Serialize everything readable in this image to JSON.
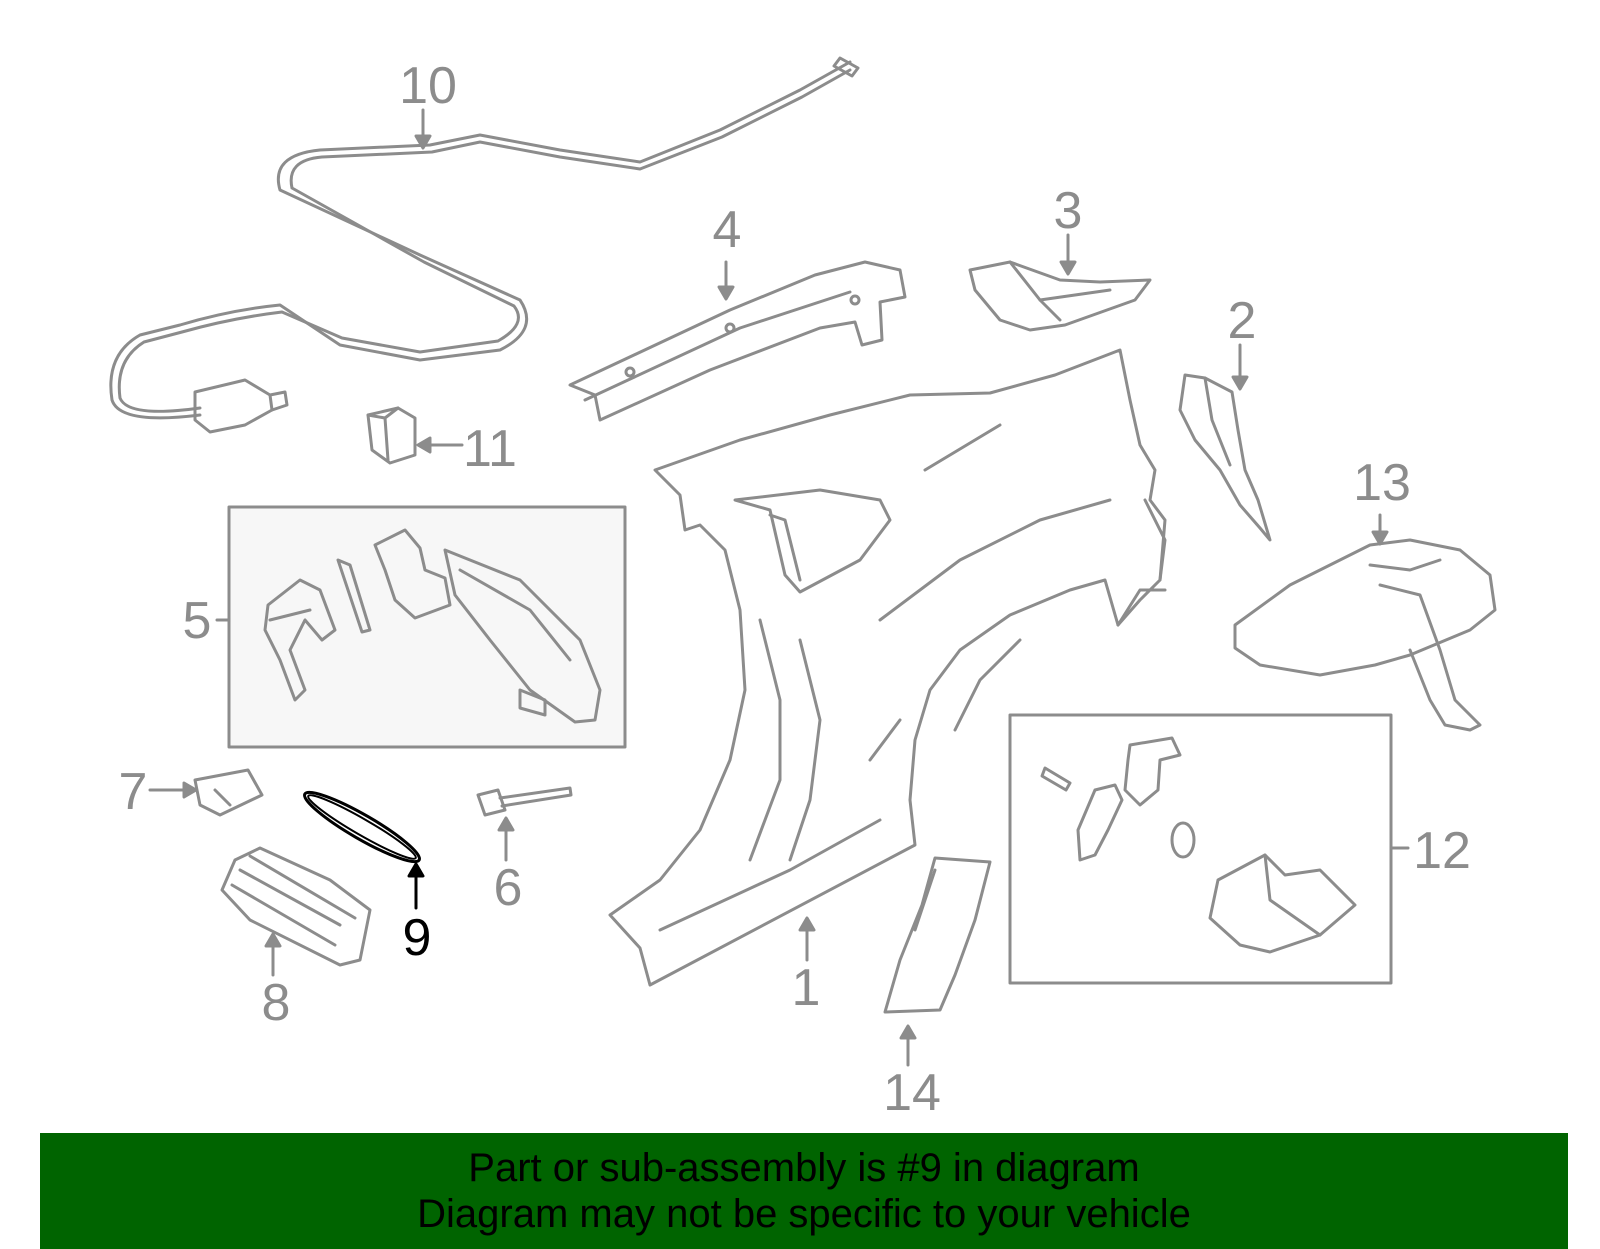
{
  "diagram": {
    "line_color": "#8c8c8c",
    "highlight_color": "#000000",
    "box_fill": "#f7f7f7",
    "callouts": [
      {
        "id": "1",
        "label": "1"
      },
      {
        "id": "2",
        "label": "2"
      },
      {
        "id": "3",
        "label": "3"
      },
      {
        "id": "4",
        "label": "4"
      },
      {
        "id": "5",
        "label": "5"
      },
      {
        "id": "6",
        "label": "6"
      },
      {
        "id": "7",
        "label": "7"
      },
      {
        "id": "8",
        "label": "8"
      },
      {
        "id": "9",
        "label": "9"
      },
      {
        "id": "10",
        "label": "10"
      },
      {
        "id": "11",
        "label": "11"
      },
      {
        "id": "12",
        "label": "12"
      },
      {
        "id": "13",
        "label": "13"
      },
      {
        "id": "14",
        "label": "14"
      }
    ],
    "highlighted_part": "9"
  },
  "banner": {
    "line1": "Part or sub-assembly is #9 in diagram",
    "line2": "Diagram may not be specific to your vehicle",
    "background": "#006400"
  }
}
